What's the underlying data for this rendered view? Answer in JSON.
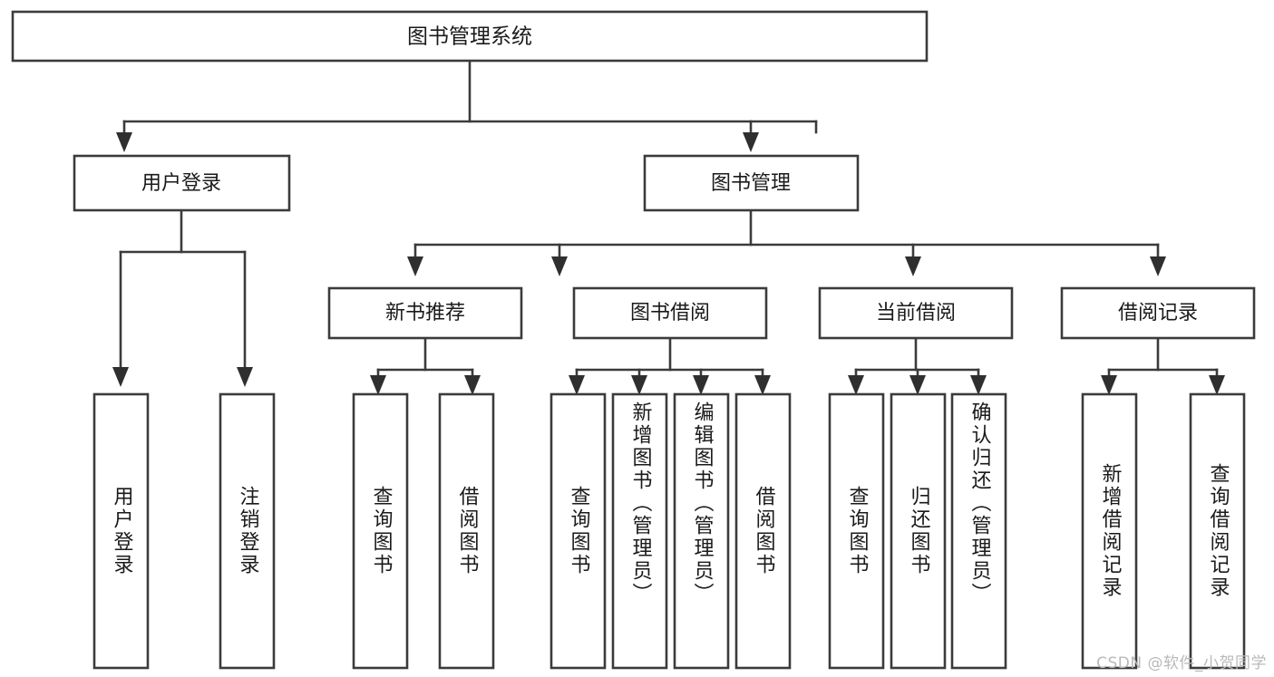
{
  "diagram": {
    "type": "tree",
    "title": "图书管理系统",
    "orientation": "top-down",
    "colors": {
      "background": "#ffffff",
      "box_stroke": "#3b3b3b",
      "box_fill": "#ffffff",
      "connector": "#3b3b3b",
      "text": "#1a1a1a",
      "watermark": "#b9b9b9"
    },
    "root": {
      "label": "图书管理系统"
    },
    "level2": [
      {
        "label": "用户登录"
      },
      {
        "label": "图书管理"
      }
    ],
    "level3": [
      {
        "label": "新书推荐"
      },
      {
        "label": "图书借阅"
      },
      {
        "label": "当前借阅"
      },
      {
        "label": "借阅记录"
      }
    ],
    "leaves": {
      "user_login": [
        {
          "label": "用户登录"
        },
        {
          "label": "注销登录"
        }
      ],
      "new_book": [
        {
          "label": "查询图书"
        },
        {
          "label": "借阅图书"
        }
      ],
      "book_borrow": [
        {
          "label": "查询图书"
        },
        {
          "label": "新增图书（管理员）"
        },
        {
          "label": "编辑图书（管理员）"
        },
        {
          "label": "借阅图书"
        }
      ],
      "current_borrow": [
        {
          "label": "查询图书"
        },
        {
          "label": "归还图书"
        },
        {
          "label": "确认归还（管理员）"
        }
      ],
      "borrow_record": [
        {
          "label": "新增借阅记录"
        },
        {
          "label": "查询借阅记录"
        }
      ]
    }
  },
  "watermark": {
    "text": "CSDN @软件_小贺同学"
  }
}
